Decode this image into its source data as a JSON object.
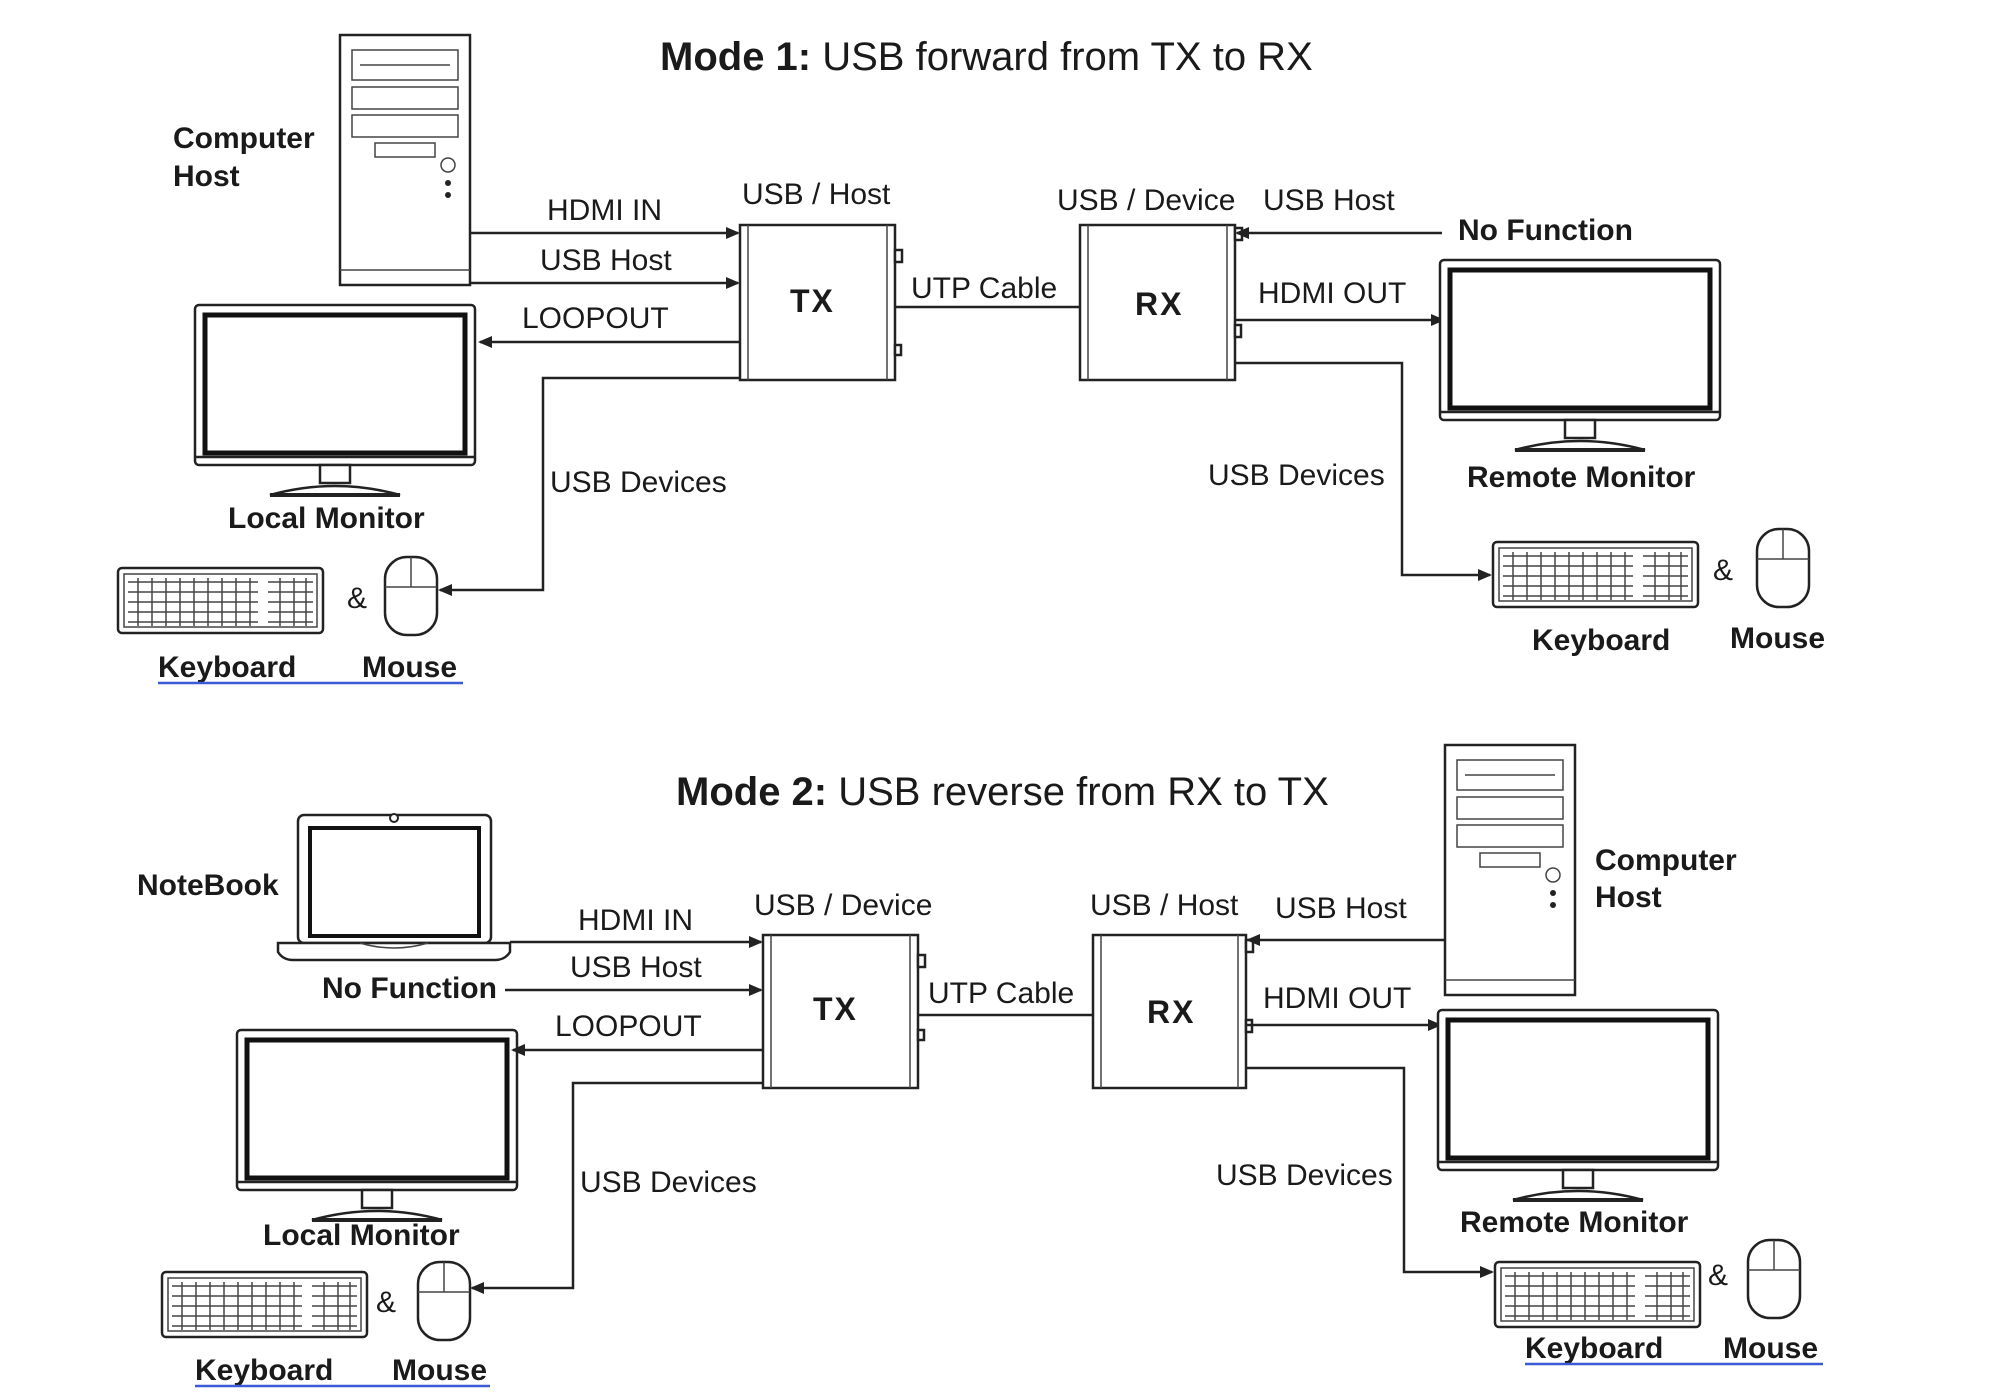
{
  "mode1": {
    "title_bold": "Mode 1:",
    "title_text": " USB forward from TX to RX",
    "computer_host": [
      "Computer",
      "Host"
    ],
    "hdmi_in": "HDMI IN",
    "usb_host": "USB Host",
    "loopout": "LOOPOUT",
    "tx_port": "USB / Host",
    "tx": "TX",
    "utp_cable": "UTP Cable",
    "rx_port": "USB / Device",
    "rx_usb_host": "USB Host",
    "no_function": "No Function",
    "rx": "RX",
    "hdmi_out": "HDMI OUT",
    "local_monitor": "Local Monitor",
    "remote_monitor": "Remote Monitor",
    "usb_devices_left": "USB Devices",
    "usb_devices_right": "USB Devices",
    "amp_left": "&",
    "amp_right": "&",
    "keyboard_left": "Keyboard",
    "mouse_left": "Mouse",
    "keyboard_right": "Keyboard",
    "mouse_right": "Mouse"
  },
  "mode2": {
    "title_bold": "Mode 2:",
    "title_text": " USB reverse from RX to TX",
    "notebook": "NoteBook",
    "no_function": "No Function",
    "hdmi_in": "HDMI IN",
    "usb_host": "USB Host",
    "loopout": "LOOPOUT",
    "tx_port": "USB / Device",
    "tx": "TX",
    "utp_cable": "UTP Cable",
    "rx_port": "USB / Host",
    "rx_usb_host": "USB Host",
    "computer_host": [
      "Computer",
      "Host"
    ],
    "rx": "RX",
    "hdmi_out": "HDMI OUT",
    "local_monitor": "Local Monitor",
    "remote_monitor": "Remote Monitor",
    "usb_devices_left": "USB Devices",
    "usb_devices_right": "USB Devices",
    "amp_left": "&",
    "amp_right": "&",
    "keyboard_left": "Keyboard",
    "mouse_left": "Mouse",
    "keyboard_right": "Keyboard",
    "mouse_right": "Mouse"
  },
  "colors": {
    "line": "#222222",
    "underline": "#3b5bd6",
    "background": "#ffffff"
  }
}
